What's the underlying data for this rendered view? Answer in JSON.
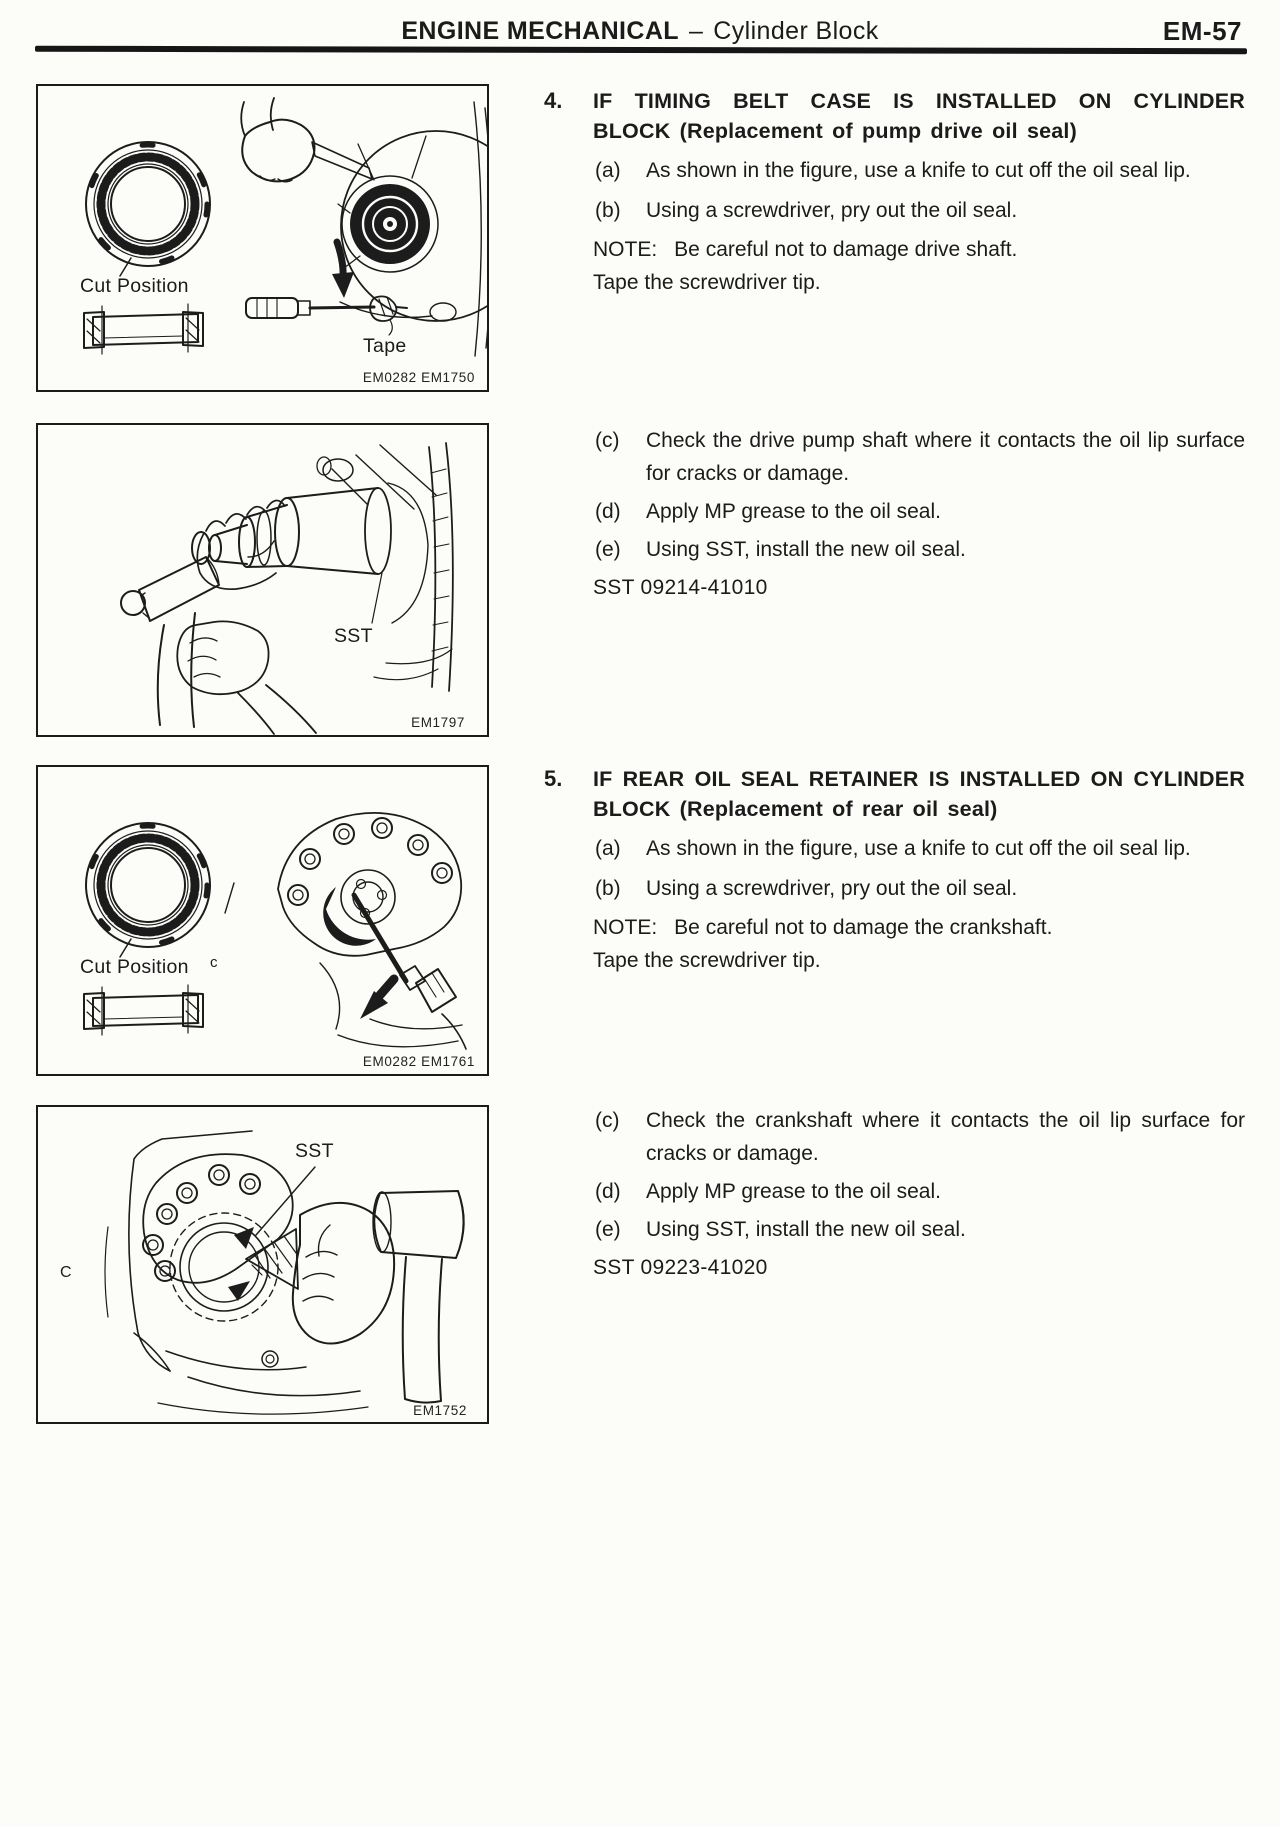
{
  "header": {
    "title_main": "ENGINE MECHANICAL",
    "title_dash": "–",
    "title_sub": "Cylinder Block",
    "page_number": "EM-57"
  },
  "figures": {
    "fig1": {
      "label_cut_position": "Cut Position",
      "label_tape": "Tape",
      "code": "EM0282 EM1750"
    },
    "fig2": {
      "label_sst": "SST",
      "code": "EM1797"
    },
    "fig3": {
      "label_cut_position": "Cut Position",
      "label_c": "c",
      "code": "EM0282 EM1761"
    },
    "fig4": {
      "label_sst": "SST",
      "label_c": "C",
      "code": "EM1752"
    }
  },
  "section4": {
    "number": "4.",
    "heading_line1": "IF TIMING BELT CASE IS INSTALLED ON CYLINDER",
    "heading_line2": "BLOCK (Replacement of pump drive oil seal)",
    "steps": [
      {
        "letter": "(a)",
        "text": "As shown in the figure, use a knife to cut off the oil seal lip."
      },
      {
        "letter": "(b)",
        "text": "Using a screwdriver, pry out the oil seal."
      }
    ],
    "note_label": "NOTE:",
    "note_line1": "Be careful not to damage drive shaft.",
    "note_line2": "Tape the screwdriver tip.",
    "steps2": [
      {
        "letter": "(c)",
        "text": "Check the drive pump shaft where it contacts the oil lip surface for cracks or damage."
      },
      {
        "letter": "(d)",
        "text": "Apply MP grease to the oil seal."
      },
      {
        "letter": "(e)",
        "text": "Using SST, install the new oil seal."
      }
    ],
    "sst_line": "SST 09214-41010"
  },
  "section5": {
    "number": "5.",
    "heading_line1": "IF REAR OIL SEAL RETAINER IS INSTALLED ON CYLINDER",
    "heading_line2": "BLOCK (Replacement of rear oil seal)",
    "steps": [
      {
        "letter": "(a)",
        "text": "As shown in the figure, use a knife to cut off the oil seal lip."
      },
      {
        "letter": "(b)",
        "text": "Using a screwdriver, pry out the oil seal."
      }
    ],
    "note_label": "NOTE:",
    "note_line1": "Be careful not to damage the crankshaft.",
    "note_line2": "Tape the screwdriver tip.",
    "steps2": [
      {
        "letter": "(c)",
        "text": "Check the crankshaft where it contacts the oil lip surface for cracks or damage."
      },
      {
        "letter": "(d)",
        "text": "Apply MP grease to the oil seal."
      },
      {
        "letter": "(e)",
        "text": "Using SST, install the new oil seal."
      }
    ],
    "sst_line": "SST 09223-41020"
  }
}
